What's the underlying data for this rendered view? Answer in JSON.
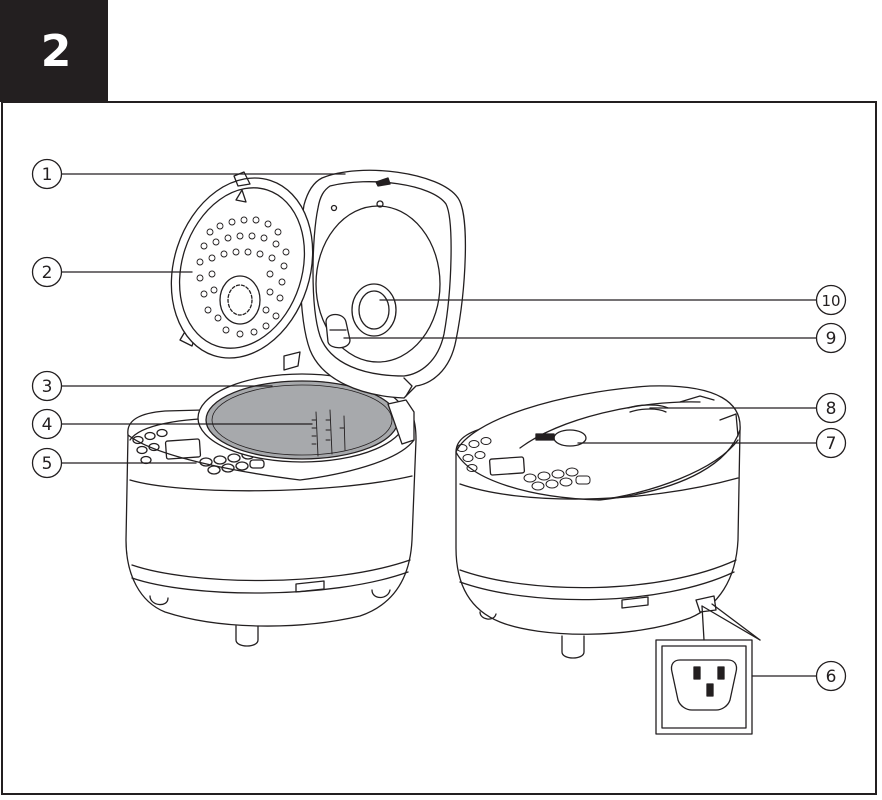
{
  "page": {
    "step_number": "2"
  },
  "callouts": [
    {
      "id": "1",
      "label": "1"
    },
    {
      "id": "2",
      "label": "2"
    },
    {
      "id": "3",
      "label": "3"
    },
    {
      "id": "4",
      "label": "4"
    },
    {
      "id": "5",
      "label": "5"
    },
    {
      "id": "6",
      "label": "6"
    },
    {
      "id": "7",
      "label": "7"
    },
    {
      "id": "8",
      "label": "8"
    },
    {
      "id": "9",
      "label": "9"
    },
    {
      "id": "10",
      "label": "10"
    }
  ],
  "colors": {
    "ink": "#231f20",
    "inner_pot_fill": "#a7a9ac",
    "tab_background": "#231f20"
  }
}
